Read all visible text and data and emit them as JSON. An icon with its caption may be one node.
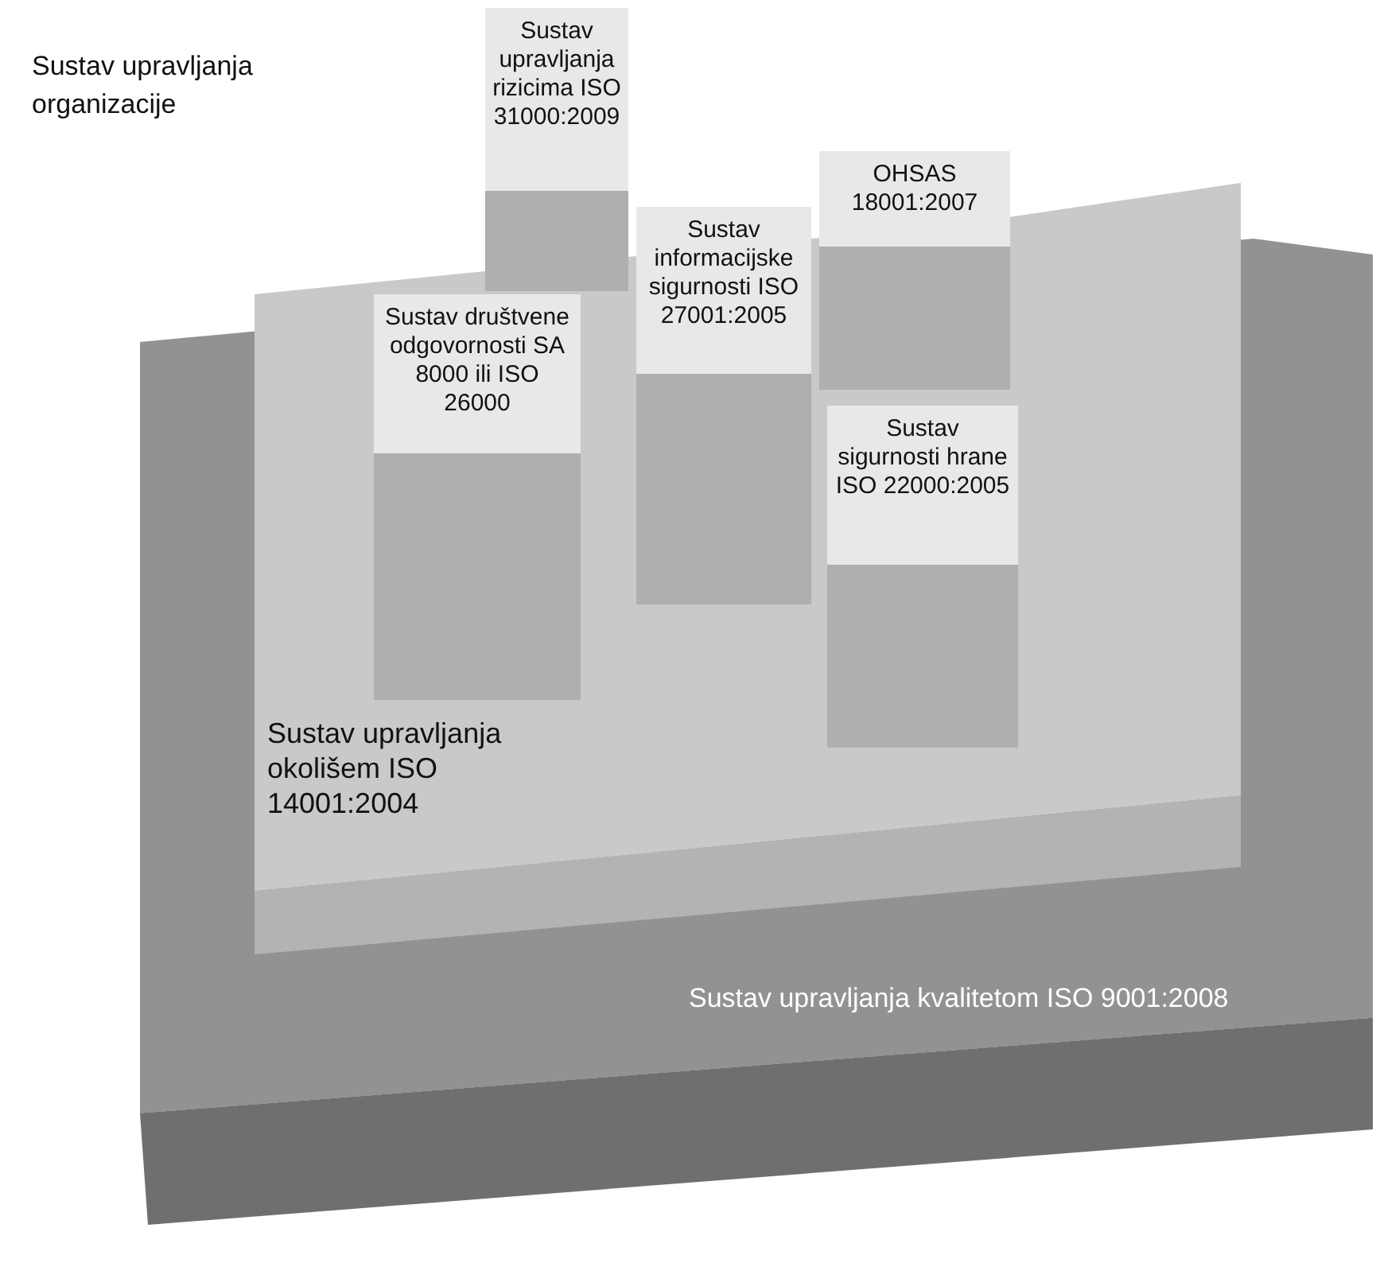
{
  "diagram": {
    "nodes": [
      {
        "text": [
          "Sustav upravljanja kvalitetom ISO 9001:2008"
        ]
      },
      {
        "text": [
          "Sustav upravljanja okolišem ISO 14001:2004"
        ],
        "in": 0
      },
      {
        "text": [
          "Sustav upravljanja rizicima ISO 31000:2009"
        ]
      },
      {
        "text": [
          "OHSAS 18001:2007"
        ],
        "in": 1
      },
      {
        "text": [
          "Sustav društvene odgovornosti SA 8000 ili ISO 26000"
        ],
        "in": 1
      },
      {
        "text": [
          "Sustav informacijske sigurnosti ISO 27001:2005"
        ],
        "in": 1
      },
      {
        "text": [
          "Sustav sigurnosti hrane ISO 22000:2005"
        ],
        "in": 1
      }
    ],
    "edges": [],
    "labels": [
      "Sustav upravljanja organizacije"
    ]
  }
}
